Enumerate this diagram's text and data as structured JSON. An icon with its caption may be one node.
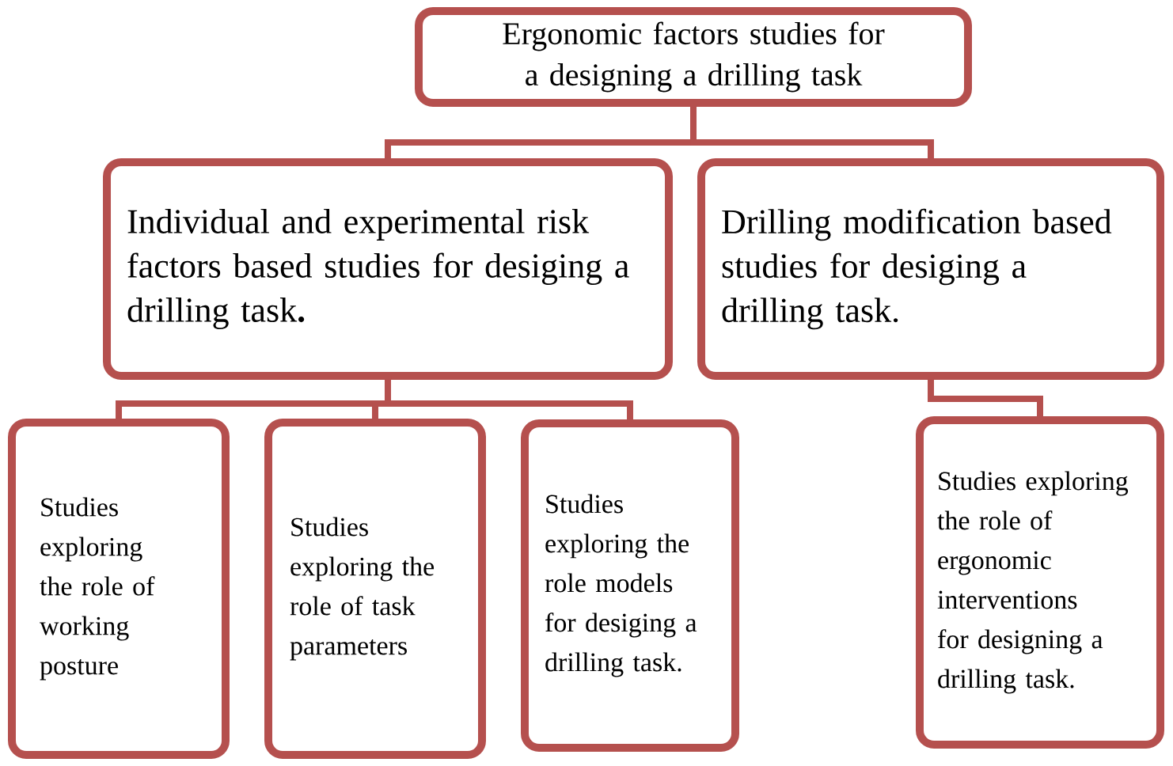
{
  "diagram": {
    "nodes": [
      {
        "text": [
          "Ergonomic factors studies for a designing a drilling task"
        ]
      },
      {
        "text": [
          "Individual and experimental risk factors based studies  for desiging a drilling task**.**"
        ]
      },
      {
        "text": [
          "Drilling modification based studies for desiging a drilling task."
        ]
      },
      {
        "text": [
          "Studies exploring the role of working posture"
        ]
      },
      {
        "text": [
          "Studies exploring the role of task parameters"
        ]
      },
      {
        "text": [
          "Studies exploring the role models for desiging a drilling task."
        ]
      },
      {
        "text": [
          "Studies exploring the role of ergonomic interventions for designing a drilling task."
        ]
      }
    ],
    "edges": [
      {
        "from": 0,
        "to": 1,
        "arrow": "none"
      },
      {
        "from": 0,
        "to": 2,
        "arrow": "none"
      },
      {
        "from": 1,
        "to": 3,
        "arrow": "none"
      },
      {
        "from": 1,
        "to": 4,
        "arrow": "none"
      },
      {
        "from": 1,
        "to": 5,
        "arrow": "none"
      },
      {
        "from": 2,
        "to": 6,
        "arrow": "none"
      }
    ]
  }
}
